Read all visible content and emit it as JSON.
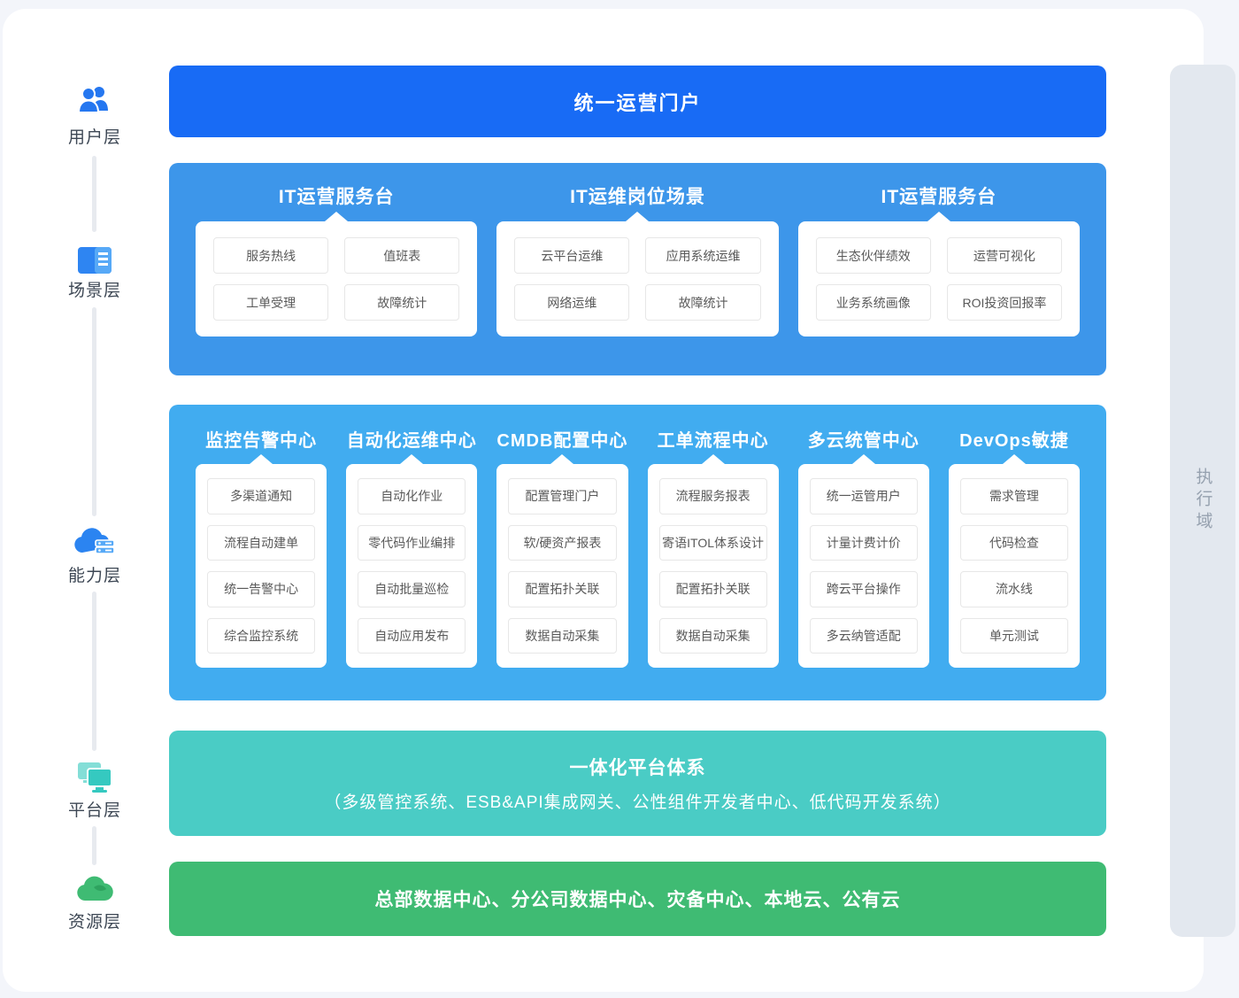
{
  "colors": {
    "pageBg": "#f3f5fa",
    "portalBlue": "#186bf5",
    "sceneBlue": "#3d96ea",
    "capBlue": "#41acf0",
    "teal": "#4accc5",
    "green": "#3fbb73"
  },
  "layers": [
    {
      "label": "用户层",
      "icon": "users-icon"
    },
    {
      "label": "场景层",
      "icon": "scene-card-icon"
    },
    {
      "label": "能力层",
      "icon": "cloud-server-icon"
    },
    {
      "label": "平台层",
      "icon": "devices-icon"
    },
    {
      "label": "资源层",
      "icon": "cloud-icon"
    }
  ],
  "portal": {
    "title": "统一运营门户"
  },
  "scene_section": {
    "groups": [
      {
        "title": "IT运营服务台",
        "items": [
          "服务热线",
          "值班表",
          "工单受理",
          "故障统计"
        ]
      },
      {
        "title": "IT运维岗位场景",
        "items": [
          "云平台运维",
          "应用系统运维",
          "网络运维",
          "故障统计"
        ]
      },
      {
        "title": "IT运营服务台",
        "items": [
          "生态伙伴绩效",
          "运营可视化",
          "业务系统画像",
          "ROI投资回报率"
        ]
      }
    ]
  },
  "capability_section": {
    "columns": [
      {
        "title": "监控告警中心",
        "items": [
          "多渠道通知",
          "流程自动建单",
          "统一告警中心",
          "综合监控系统"
        ]
      },
      {
        "title": "自动化运维中心",
        "items": [
          "自动化作业",
          "零代码作业编排",
          "自动批量巡检",
          "自动应用发布"
        ]
      },
      {
        "title": "CMDB配置中心",
        "items": [
          "配置管理门户",
          "软/硬资产报表",
          "配置拓扑关联",
          "数据自动采集"
        ]
      },
      {
        "title": "工单流程中心",
        "items": [
          "流程服务报表",
          "寄语ITOL体系设计",
          "配置拓扑关联",
          "数据自动采集"
        ]
      },
      {
        "title": "多云统管中心",
        "items": [
          "统一运管用户",
          "计量计费计价",
          "跨云平台操作",
          "多云纳管适配"
        ]
      },
      {
        "title": "DevOps敏捷",
        "items": [
          "需求管理",
          "代码检查",
          "流水线",
          "单元测试"
        ]
      }
    ]
  },
  "platform_band": {
    "title": "一体化平台体系",
    "subtitle": "（多级管控系统、ESB&API集成网关、公性组件开发者中心、低代码开发系统）"
  },
  "resource_band": {
    "title": "总部数据中心、分公司数据中心、灾备中心、本地云、公有云"
  },
  "execution_domain": {
    "label": "执行域"
  }
}
